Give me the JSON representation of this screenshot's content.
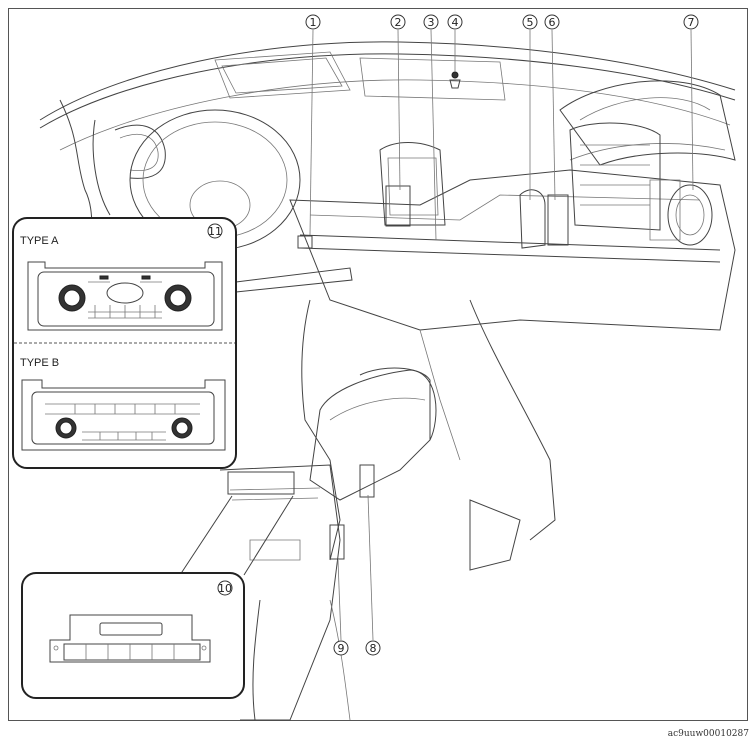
{
  "callouts": {
    "c1": "1",
    "c2": "2",
    "c3": "3",
    "c4": "4",
    "c5": "5",
    "c6": "6",
    "c7": "7",
    "c8": "8",
    "c9": "9",
    "c10": "10",
    "c11": "11"
  },
  "inset_upper": {
    "type_a": "TYPE A",
    "type_b": "TYPE B"
  },
  "image_code": "ac9uuw00010287"
}
